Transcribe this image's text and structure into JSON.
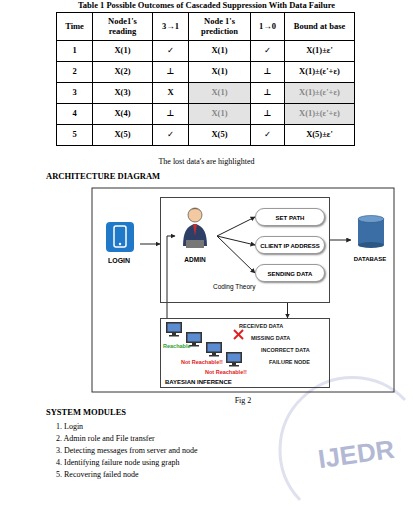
{
  "diagram": {
    "title": "ARCHITECTURE DIAGRAM",
    "caption": "Fig 2",
    "nodes": [
      {
        "text": [
          "LOGIN"
        ]
      },
      {
        "text": [
          "Coding Theory"
        ]
      },
      {
        "text": [
          "ADMIN"
        ],
        "in": 1
      },
      {
        "text": [
          "SET PATH"
        ],
        "in": 1
      },
      {
        "text": [
          "CLIENT IP ADDRESS"
        ],
        "in": 1
      },
      {
        "text": [
          "SENDING DATA"
        ],
        "in": 1
      },
      {
        "text": [
          "DATABASE"
        ]
      },
      {
        "text": [
          "BAYESIAN INFERENCE"
        ]
      }
    ],
    "edges": [
      {
        "from": 0,
        "to": 1,
        "arrow": "to"
      },
      {
        "from": 1,
        "to": 6,
        "arrow": "to"
      },
      {
        "from": 1,
        "to": 7,
        "arrow": "to"
      },
      {
        "from": 7,
        "to": 2,
        "arrow": "to"
      },
      {
        "from": 2,
        "to": 3,
        "arrow": "to"
      },
      {
        "from": 2,
        "to": 4,
        "arrow": "to"
      },
      {
        "from": 2,
        "to": 5,
        "arrow": "to"
      }
    ],
    "labels": [
      "Table 1 Possible Outcomes of Cascaded Suppression With Data Failure",
      "Time",
      "Node1's reading",
      "3→1",
      "Node 1's prediction",
      "1→0",
      "Bound at base",
      "1",
      "X(1)",
      "✓",
      "X(1)",
      "✓",
      "X(1)±ε'",
      "2",
      "X(2)",
      "⊥",
      "X(1)",
      "⊥",
      "X(1)±(ε'+ε)",
      "3",
      "X(3)",
      "X",
      "X(1)",
      "⊥",
      "X(1)±(ε'+ε)",
      "4",
      "X(4)",
      "⊥",
      "X(1)",
      "⊥",
      "X(1)±(ε'+ε)",
      "5",
      "X(5)",
      "✓",
      "X(5)",
      "✓",
      "X(5)±ε'",
      "The lost data's are highlighted",
      "RECEIVED DATA",
      "MISSING DATA",
      "INCORRECT DATA",
      "FAILURE NODE",
      "Reachable",
      "Not Reachable!!",
      "Not Reachable!!",
      "SYSTEM MODULES",
      "1. Login",
      "2. Admin role and File transfer",
      "3. Detecting messages from server and node",
      "4. Identifying failure node using graph",
      "5. Recovering failed node",
      "IJEDR"
    ]
  }
}
